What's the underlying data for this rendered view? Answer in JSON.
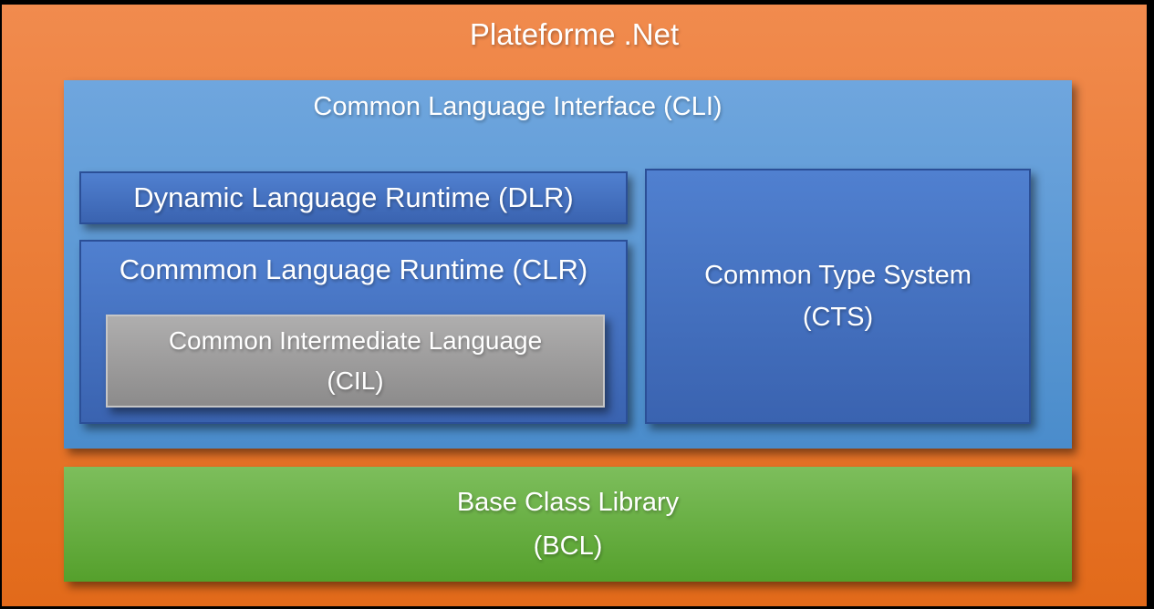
{
  "diagram": {
    "title": "Plateforme .Net",
    "cli": {
      "title": "Common Language Interface (CLI)",
      "dlr": {
        "label": "Dynamic Language Runtime (DLR)"
      },
      "clr": {
        "title": "Commmon Language Runtime (CLR)",
        "cil": {
          "line1": "Common Intermediate Language",
          "line2": "(CIL)"
        }
      },
      "cts": {
        "line1": "Common Type System",
        "line2": "(CTS)"
      }
    },
    "bcl": {
      "line1": "Base Class Library",
      "line2": "(BCL)"
    },
    "colors": {
      "background": "#000000",
      "platform_orange_top": "#F18B4E",
      "platform_orange_bottom": "#E26A1A",
      "cli_blue_top": "#6FA6DE",
      "cli_blue_bottom": "#4A8CCB",
      "inner_blue_top": "#5080D0",
      "inner_blue_bottom": "#3A63B0",
      "inner_blue_border": "#2B4F97",
      "cil_gray_top": "#AFAEAE",
      "cil_gray_bottom": "#8C8B8B",
      "cil_gray_border": "#C6C6C6",
      "bcl_green_top": "#7DBE5C",
      "bcl_green_bottom": "#55A02C",
      "text": "#FFFFFF"
    }
  }
}
